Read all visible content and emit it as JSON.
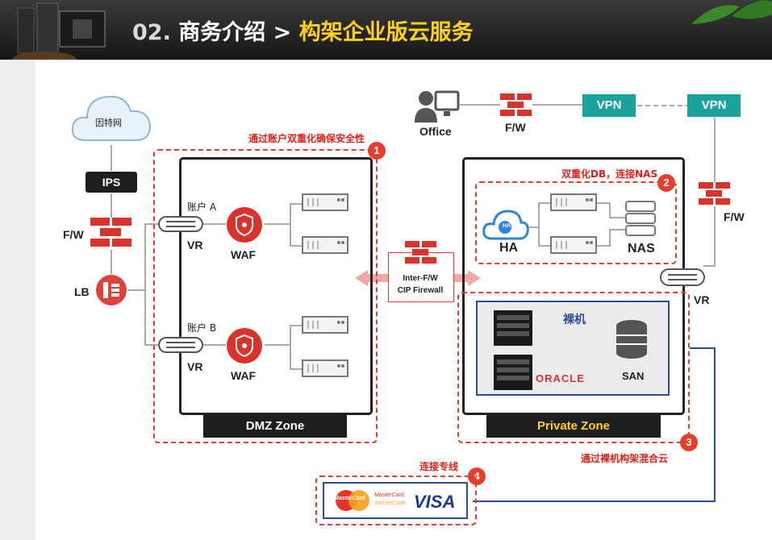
{
  "header": {
    "number": "02.",
    "title_prefix": "商务介绍 > ",
    "title_highlight": "构架企业版云服务"
  },
  "nodes": {
    "cloud_label": "因特网",
    "ips": "IPS",
    "fw_left": "F/W",
    "lb": "LB",
    "office": "Office",
    "fw_top": "F/W",
    "vpn_left": "VPN",
    "vpn_right": "VPN",
    "fw_right": "F/W",
    "account_a": "账户 A",
    "account_b": "账户 B",
    "vr_a": "VR",
    "vr_b": "VR",
    "waf_a": "WAF",
    "waf_b": "WAF",
    "inter_fw_line1": "Inter-F/W",
    "inter_fw_line2": "CIP Firewall",
    "ha_icon": "HA",
    "ha": "HA",
    "nas": "NAS",
    "vr_right": "VR",
    "baremetal": "裸机",
    "oracle": "ORACLE",
    "san": "SAN",
    "mastercard": "MasterCard",
    "mastercard_secure_1": "MasterCard.",
    "mastercard_secure_2": "SecureCode.",
    "visa": "VISA"
  },
  "zones": {
    "dmz": "DMZ Zone",
    "private": "Private Zone"
  },
  "callouts": [
    {
      "number": "1",
      "text": "通过账户双重化确保安全性"
    },
    {
      "number": "2",
      "text": "双重化DB，连接NAS"
    },
    {
      "number": "3",
      "text": "通过裸机构架混合云"
    },
    {
      "number": "4",
      "text": "连接专线"
    }
  ],
  "colors": {
    "accent_red": "#e53e2c",
    "vpn_teal": "#1aa39b",
    "header_highlight": "#ffd11a",
    "line_blue": "#2b4e9b"
  },
  "icons": [
    "cloud-icon",
    "firewall-icon",
    "lb-icon",
    "office-user-icon",
    "router-icon",
    "waf-shield-icon",
    "server-icon",
    "ha-cloud-icon",
    "nas-icon",
    "baremetal-server-icon",
    "san-database-icon",
    "arrow-icon"
  ]
}
